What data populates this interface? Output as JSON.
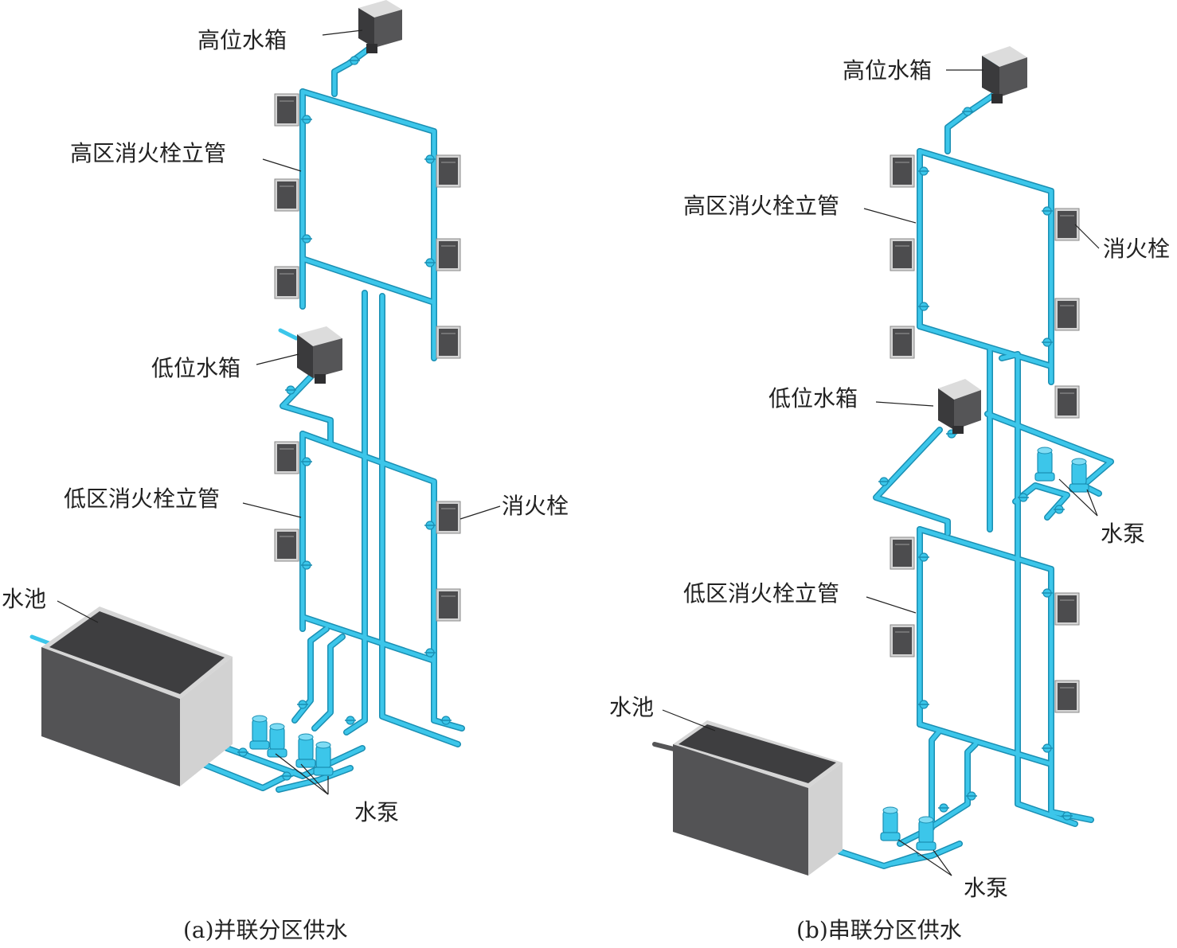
{
  "colors": {
    "pipe": "#3cc6ea",
    "pipe_edge": "#1a8fb3",
    "box_front": "#4a4a4c",
    "box_side": "#c8c8c8",
    "box_top": "#dcdcdc",
    "tank": "#3a3a3c",
    "hydrant_frame": "#cfcfcf",
    "hydrant_face": "#4c4c4e"
  },
  "left_diagram": {
    "high_tank_label": "高位水箱",
    "high_riser_label": "高区消火栓立管",
    "low_tank_label": "低位水箱",
    "low_riser_label": "低区消火栓立管",
    "hydrant_label": "消火栓",
    "pool_label": "水池",
    "pump_label": "水泵",
    "caption": "(a)并联分区供水"
  },
  "right_diagram": {
    "high_tank_label": "高位水箱",
    "high_riser_label": "高区消火栓立管",
    "hydrant_label": "消火栓",
    "low_tank_label": "低位水箱",
    "pump_label_upper": "水泵",
    "low_riser_label": "低区消火栓立管",
    "pool_label": "水池",
    "pump_label_lower": "水泵",
    "caption": "(b)串联分区供水"
  }
}
